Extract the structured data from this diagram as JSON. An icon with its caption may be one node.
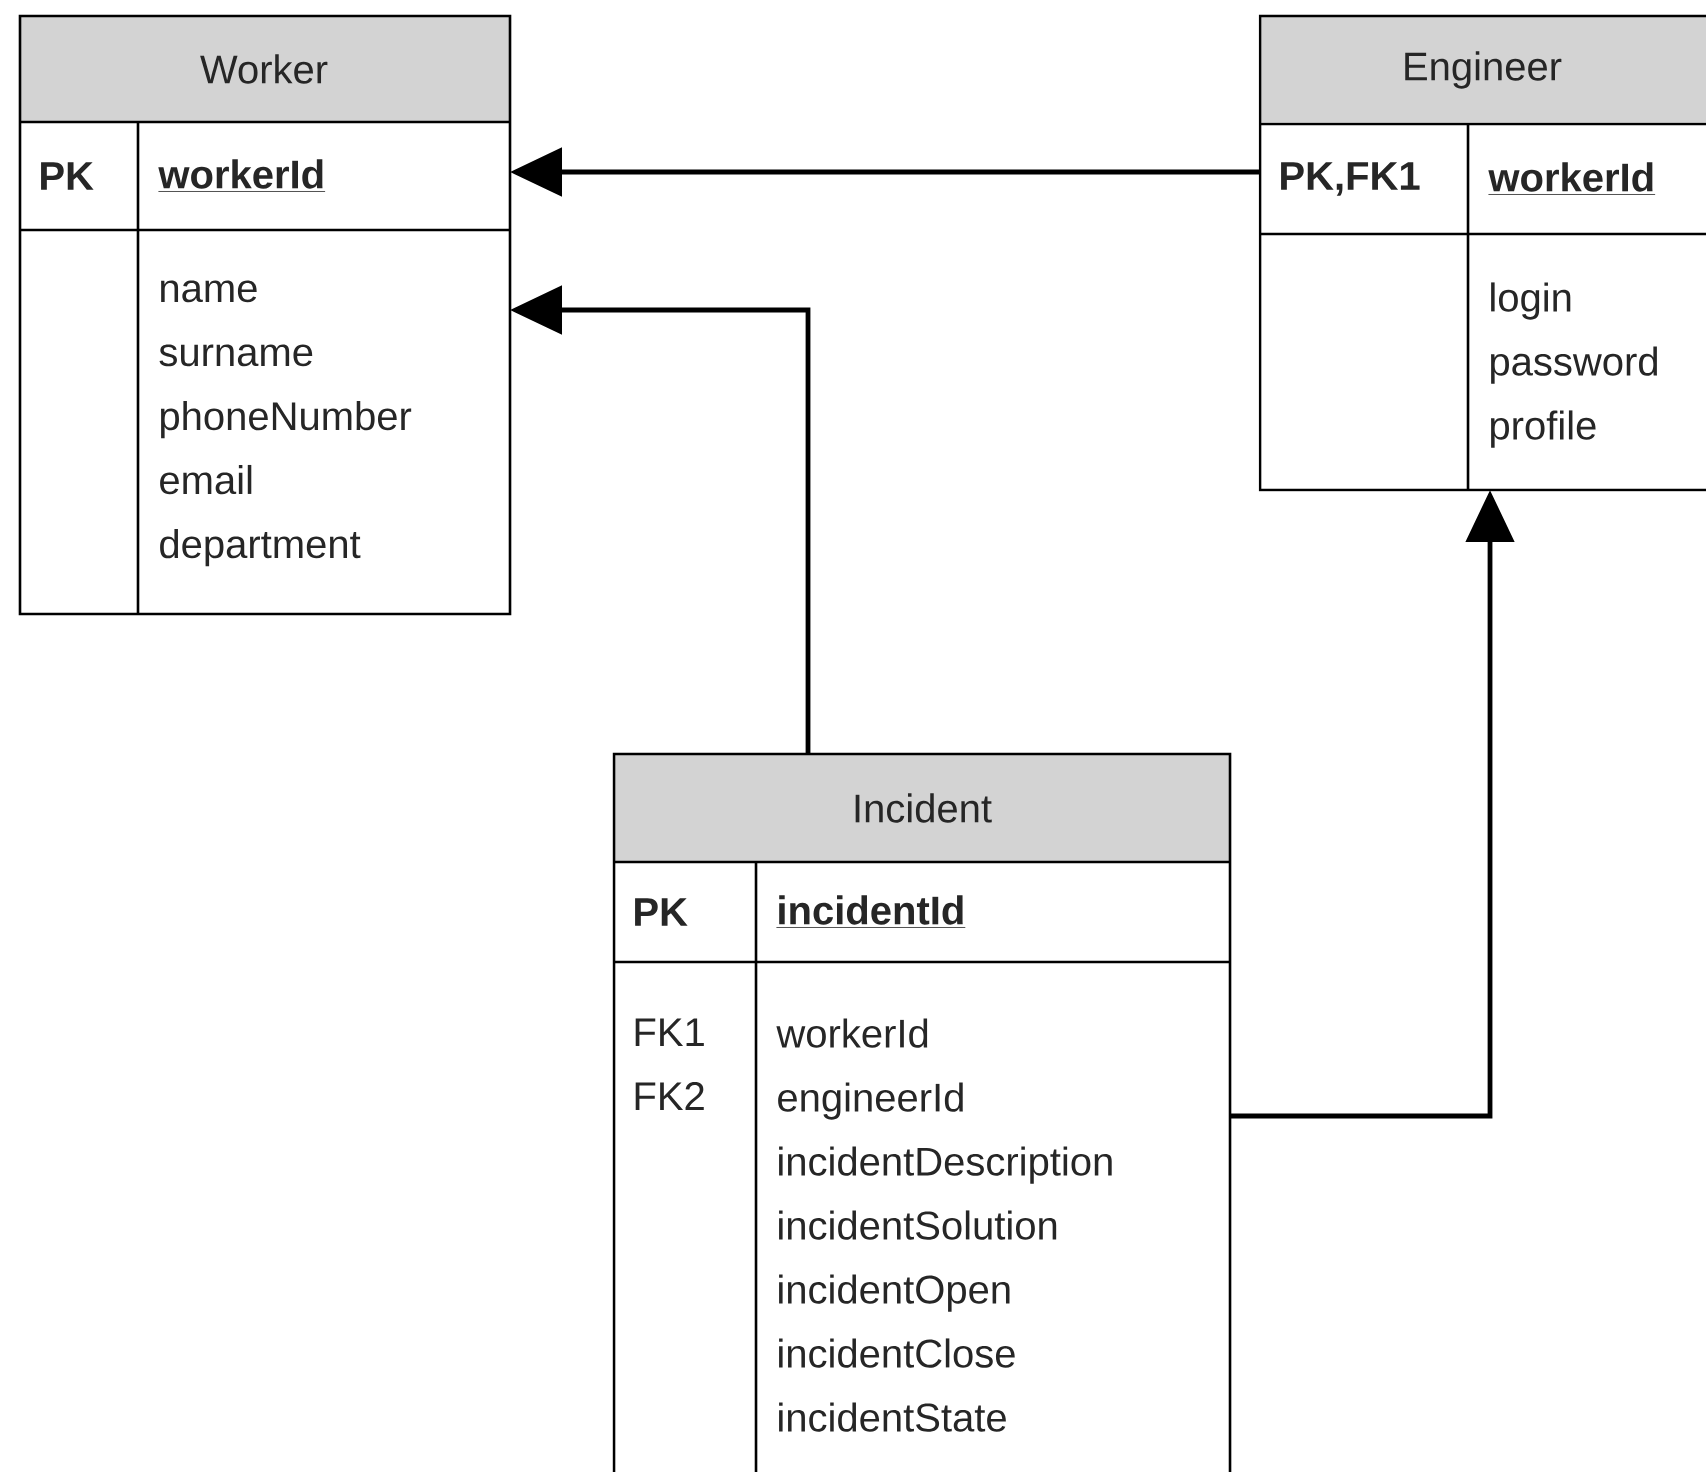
{
  "diagram": {
    "nodes": [
      {
        "text": [
          "Worker",
          "PK",
          "workerId",
          "name surname phoneNumber email department"
        ]
      },
      {
        "text": [
          "Engineer",
          "PK,FK1",
          "workerId",
          "login password profile"
        ]
      },
      {
        "text": [
          "Incident",
          "PK",
          "incidentId",
          "FK1 FK2",
          "workerId engineerId incidentDescription incidentSolution incidentOpen incidentClose incidentState"
        ]
      }
    ],
    "edges": [
      {
        "from": 1,
        "to": 0,
        "arrow": "to"
      },
      {
        "from": 2,
        "to": 0,
        "arrow": "to"
      },
      {
        "from": 2,
        "to": 1,
        "arrow": "to"
      }
    ]
  }
}
